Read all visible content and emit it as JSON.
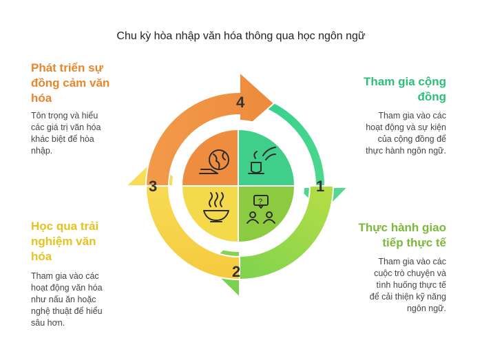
{
  "title": "Chu kỳ hòa nhập văn hóa thông qua học ngôn ngữ",
  "colors": {
    "green": "#3fcf8a",
    "lime": "#8cca3f",
    "yellow": "#f4d94a",
    "orange": "#ee8d3f",
    "orange_text": "#e8862b",
    "green_text": "#2bbf7c",
    "lime_text": "#7cb83a",
    "yellow_text": "#e6c21f"
  },
  "steps": [
    {
      "number": "1",
      "heading": "Tham gia cộng đồng",
      "heading_lines": [
        "Tham gia cộng",
        "đồng"
      ],
      "description_lines": [
        "Tham gia vào các",
        "hoạt động và sự kiện",
        "của cộng đồng để",
        "thực hành ngôn ngữ."
      ],
      "icon": "tea-cup-steam-icon"
    },
    {
      "number": "2",
      "heading": "Thực hành giao tiếp thực tế",
      "heading_lines": [
        "Thực hành giao",
        "tiếp thực tế"
      ],
      "description_lines": [
        "Tham gia vào các",
        "cuộc trò chuyện và",
        "tình huống thực tế",
        "để cải thiện kỹ năng",
        "ngôn ngữ."
      ],
      "icon": "people-question-chat-icon"
    },
    {
      "number": "3",
      "heading": "Học qua trải nghiệm văn hóa",
      "heading_lines": [
        "Học qua trải",
        "nghiệm văn",
        "hóa"
      ],
      "description_lines": [
        "Tham gia vào các",
        "hoạt động văn hóa",
        "như nấu ăn hoặc",
        "nghệ thuật để hiểu",
        "sâu hơn."
      ],
      "icon": "steaming-bowl-icon"
    },
    {
      "number": "4",
      "heading": "Phát triển sự đồng cảm văn hóa",
      "heading_lines": [
        "Phát triển sự",
        "đồng cảm văn",
        "hóa"
      ],
      "description_lines": [
        "Tôn trọng và hiểu",
        "các giá trị văn hóa",
        "khác biệt để hòa",
        "nhập."
      ],
      "icon": "globe-hand-icon"
    }
  ]
}
